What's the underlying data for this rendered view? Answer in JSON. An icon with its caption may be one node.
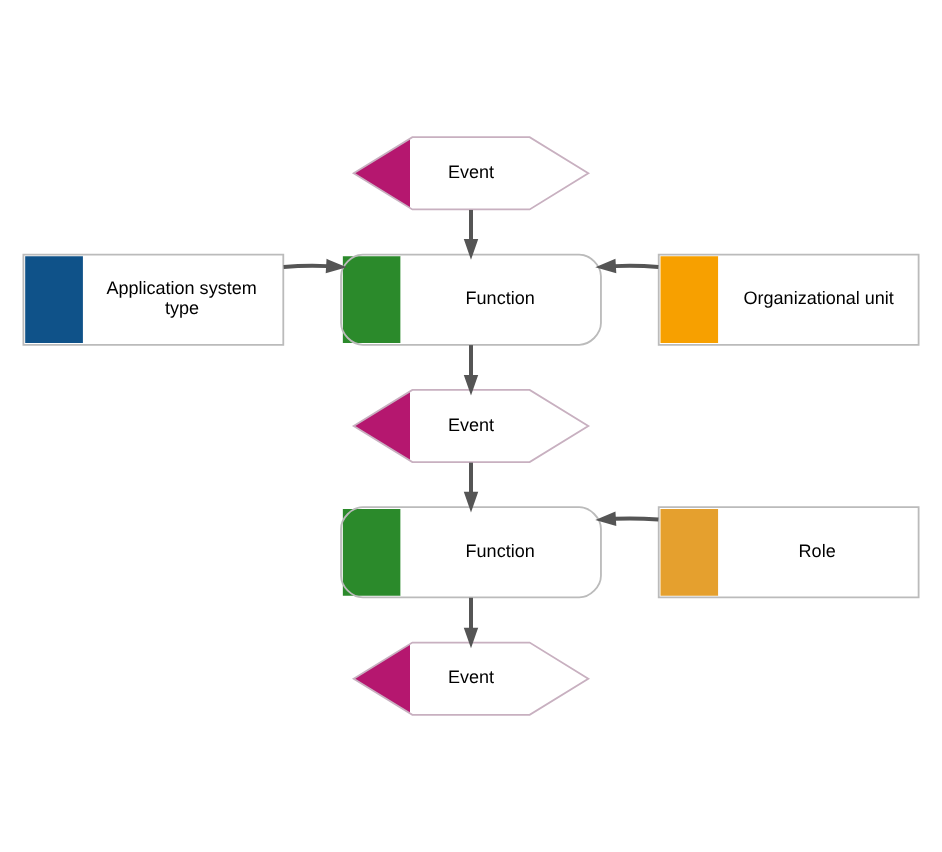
{
  "diagram": {
    "nodes": [
      {
        "text": [
          "Event"
        ]
      },
      {
        "text": [
          "Application system type"
        ]
      },
      {
        "text": [
          "Function"
        ]
      },
      {
        "text": [
          "Organizational unit"
        ]
      },
      {
        "text": [
          "Event"
        ]
      },
      {
        "text": [
          "Function"
        ]
      },
      {
        "text": [
          "Role"
        ]
      },
      {
        "text": [
          "Event"
        ]
      }
    ],
    "edges": [
      {
        "from": 0,
        "to": 2,
        "arrow": "to"
      },
      {
        "from": 1,
        "to": 2,
        "arrow": "to"
      },
      {
        "from": 3,
        "to": 2,
        "arrow": "to"
      },
      {
        "from": 2,
        "to": 4,
        "arrow": "to"
      },
      {
        "from": 4,
        "to": 5,
        "arrow": "to"
      },
      {
        "from": 6,
        "to": 5,
        "arrow": "to"
      },
      {
        "from": 5,
        "to": 7,
        "arrow": "to"
      }
    ]
  }
}
